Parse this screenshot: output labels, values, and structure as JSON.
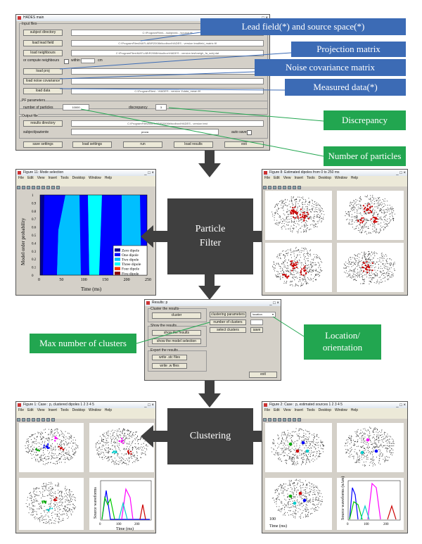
{
  "callouts": {
    "lead_field": "Lead field(*) and source space(*)",
    "projection": "Projection matrix",
    "noise_cov": "Noise covariance matrix",
    "measured": "Measured data(*)",
    "discrepancy": "Discrepancy",
    "num_particles": "Number of particles",
    "particle_filter": "Particle\nFilter",
    "max_clusters": "Max number of clusters",
    "location": "Location/\norientation",
    "clustering": "Clustering"
  },
  "main_window": {
    "title": "HADES main",
    "input_files_label": "Input files",
    "buttons": [
      "subject directory",
      "load lead field",
      "load neighbours",
      "load proj",
      "load noise covariance",
      "load data"
    ],
    "paths": [
      "C:\\ProgramFiles\\...\\subjects\\...\\source.fif",
      "C:\\ProgramFiles\\MATLAB\\R2008b\\toolbox\\HADES - version leadfield_matrix.fif",
      "C:\\ProgramFiles\\MATLAB\\R2008b\\toolbox\\HADES - version test\\neigh_fa_subj.dat",
      "",
      "",
      "C:\\ProgramFiles\\...\\HADES - version 1\\data_mean.fif"
    ],
    "compute_label": "or compute neighbours",
    "within_label": "within",
    "cm_label": "cm",
    "pf_label": "PF parameters",
    "particles_label": "number of particles",
    "particles_value": "10000",
    "discrepancy_label": "discrepancy",
    "discrepancy_value": "3",
    "output_label": "Output file",
    "results_btn": "results directory",
    "results_path": "C:\\ProgramFiles\\MATLAB\\R2008b\\toolbox\\HADES - version test",
    "subject_label": "subject/paziente",
    "subject_value": "prova",
    "autosave_label": "auto save",
    "bottom_buttons": [
      "save settings",
      "load settings",
      "run",
      "load results",
      "exit"
    ]
  },
  "mode_window": {
    "title": "Figure 11: Mode selection",
    "menu": [
      "File",
      "Edit",
      "View",
      "Insert",
      "Tools",
      "Desktop",
      "Window",
      "Help"
    ],
    "ylabel": "Model order probability",
    "xlabel": "Time (ms)",
    "yticks": [
      "0",
      "0.1",
      "0.2",
      "0.3",
      "0.4",
      "0.5",
      "0.6",
      "0.7",
      "0.8",
      "0.9",
      "1"
    ],
    "xticks": [
      "0",
      "50",
      "100",
      "150",
      "200",
      "250"
    ],
    "legend": [
      "Zero dipole",
      "One dipole",
      "Two dipole",
      "Three dipole",
      "Four dipole",
      "Five dipole"
    ],
    "legend_colors": [
      "#00008f",
      "#0000ff",
      "#00bfff",
      "#00ffff",
      "#ff3300",
      "#8f0000"
    ]
  },
  "dipoles_window": {
    "title": "Figure 8: Estimated dipoles from 0 to 250 ms",
    "menu": [
      "File",
      "Edit",
      "View",
      "Insert",
      "Tools",
      "Desktop",
      "Window",
      "Help"
    ]
  },
  "results_window": {
    "title": "Results: p",
    "cluster_label": "Cluster the results",
    "cluster_btn": "cluster",
    "clustering_param_label": "clustering parameters",
    "location_select": "location",
    "num_clusters_label": "number of clusters",
    "num_clusters_value": "",
    "select_clusters": "select clusters",
    "save_btn": "save",
    "show_label": "Show the results",
    "show_results_btn": "show the results",
    "show_model_btn": "show the model selection",
    "export_label": "Export the results",
    "write_stc_btn": "write .stc files",
    "write_fif_btn": "write .w files",
    "exit_btn": "exit"
  },
  "clustered_window": {
    "title": "Figure 1: Case : p, clustered dipoles 1 2 3 4 5",
    "menu": [
      "File",
      "Edit",
      "View",
      "Insert",
      "Tools",
      "Desktop",
      "Window",
      "Help"
    ],
    "ylabel": "Source waveforms",
    "xlabel": "Time (ms)",
    "xticks": [
      "0",
      "100",
      "200"
    ]
  },
  "sources_window": {
    "title": "Figure 2: Case : p, estimated sources 1 2 3 4 5",
    "menu": [
      "File",
      "Edit",
      "View",
      "Insert",
      "Tools",
      "Desktop",
      "Window",
      "Help"
    ],
    "ylabel": "Source waveforms (nAm)",
    "xlabel": "Time (ms)",
    "xticks": [
      "0",
      "100",
      "200"
    ],
    "y_tick_label": "100"
  }
}
